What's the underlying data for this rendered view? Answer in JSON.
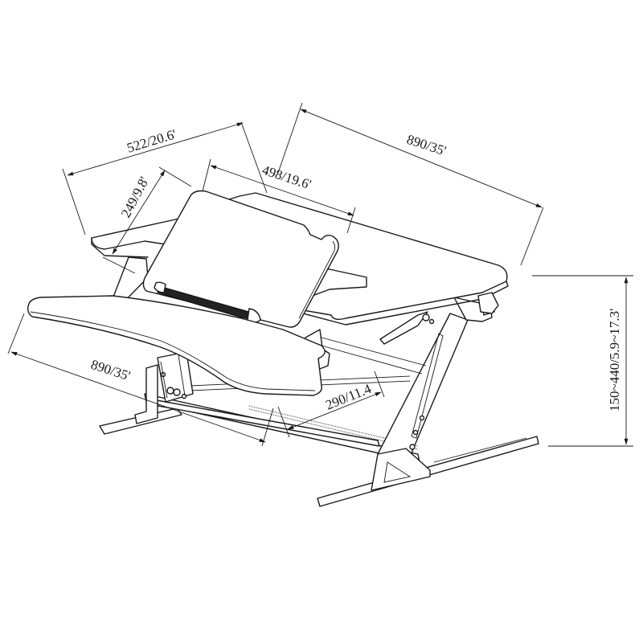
{
  "diagram": {
    "subject": "Standing desk converter technical drawing",
    "dimensions": {
      "top_depth": "522/20.6'",
      "keyboard_tray_depth": "249/9.8'",
      "upper_platform_width": "498/19.6'",
      "top_width": "890/35'",
      "keyboard_tray_width": "890/35'",
      "base_depth": "290/11.4",
      "height_range": "150~440/5.9~17.3'"
    },
    "colors": {
      "line": "#1a1a1a",
      "background": "#ffffff"
    }
  }
}
